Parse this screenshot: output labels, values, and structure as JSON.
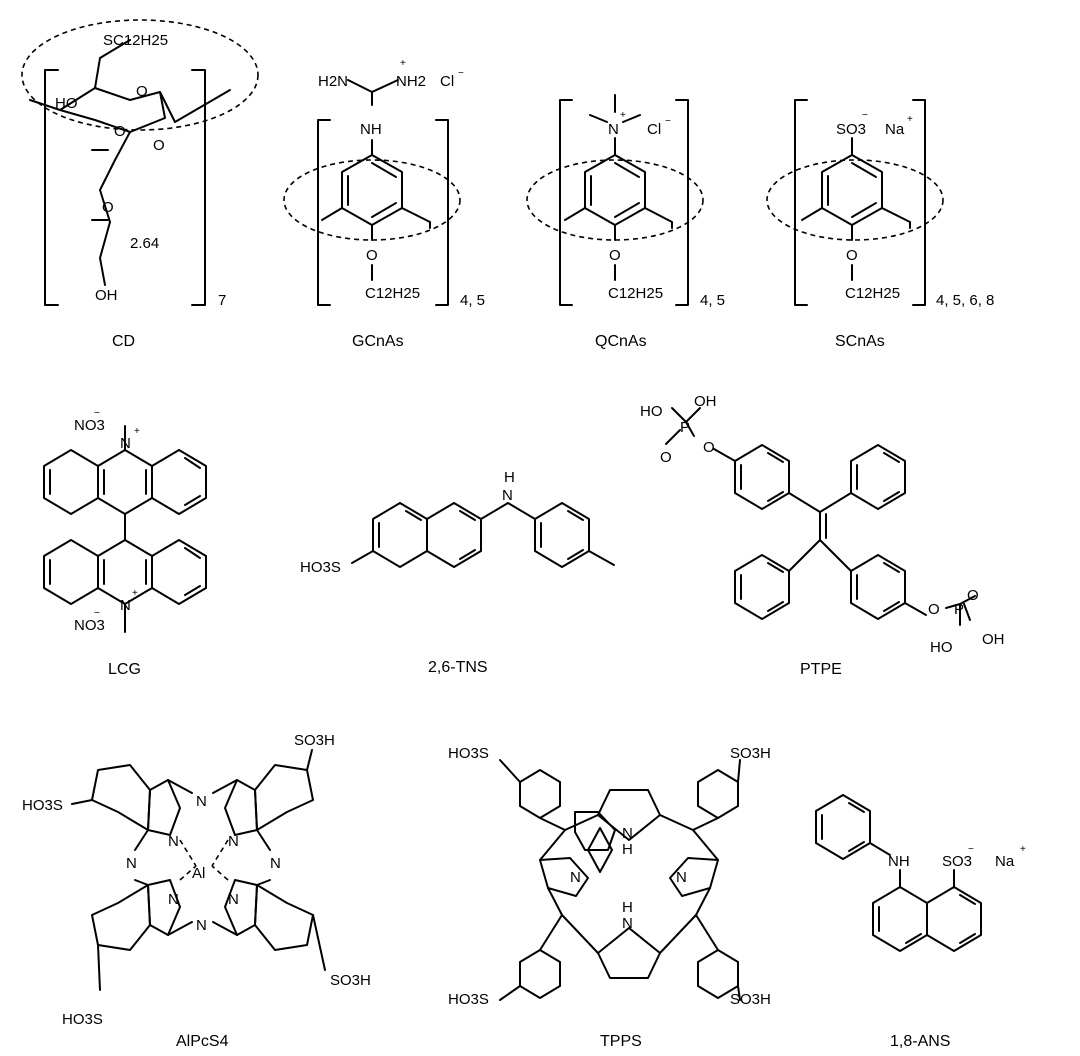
{
  "captions": {
    "cd": "CD",
    "gcnas": "GCnAs",
    "qcnas": "QCnAs",
    "scnas": "SCnAs",
    "lcg": "LCG",
    "tns": "2,6-TNS",
    "ptpe": "PTPE",
    "alpcs4": "AlPcS4",
    "tpps": "TPPS",
    "ans": "1,8-ANS"
  },
  "repeat_labels": {
    "cd": "7",
    "gcnas": "4, 5",
    "qcnas": "4, 5",
    "scnas": "4, 5, 6, 8"
  },
  "labels": {
    "cd_sc12h25": "SC12H25",
    "cd_ho": "HO",
    "cd_o_ring": "O",
    "cd_o_glyc": "O",
    "cd_o_ring2": "O",
    "cd_o_chain": "O",
    "cd_n": "2.64",
    "cd_oh": "OH",
    "gc_h2n": "H2N",
    "gc_nh2": "NH2",
    "gc_cl": "Cl",
    "gc_nh": "NH",
    "gc_o": "O",
    "gc_c12h25": "C12H25",
    "qc_n": "N",
    "qc_cl": "Cl",
    "qc_o": "O",
    "qc_c12h25": "C12H25",
    "sc_so3": "SO3",
    "sc_na": "Na",
    "sc_o": "O",
    "sc_c12h25": "C12H25",
    "lcg_no3_top": "NO3",
    "lcg_n_top": "N",
    "lcg_n_bot": "N",
    "lcg_no3_bot": "NO3",
    "tns_h": "H",
    "tns_n": "N",
    "tns_ho3s": "HO3S",
    "ptpe_ho_top": "HO",
    "ptpe_oh_top": "OH",
    "ptpe_p_top": "P",
    "ptpe_o_top_eq": "O",
    "ptpe_o_top_link": "O",
    "ptpe_o_bot_link": "O",
    "ptpe_p_bot": "P",
    "ptpe_o_bot_eq": "O",
    "ptpe_oh_bot": "OH",
    "ptpe_ho_bot": "HO",
    "al_so3h_tr": "SO3H",
    "al_ho3s_tl": "HO3S",
    "al_so3h_br": "SO3H",
    "al_ho3s_bl": "HO3S",
    "al_n_top": "N",
    "al_n_left": "N",
    "al_n_right": "N",
    "al_n_bot": "N",
    "al_n_i1": "N",
    "al_n_i2": "N",
    "al_n_i3": "N",
    "al_n_i4": "N",
    "al_al": "Al",
    "tp_ho3s_tl": "HO3S",
    "tp_so3h_tr": "SO3H",
    "tp_ho3s_bl": "HO3S",
    "tp_so3h_br": "SO3H",
    "tp_n_top": "N",
    "tp_h_top": "H",
    "tp_n_left": "N",
    "tp_n_right": "N",
    "tp_h_bot": "H",
    "tp_n_bot": "N",
    "ans_nh": "NH",
    "ans_so3": "SO3",
    "ans_na": "Na"
  }
}
